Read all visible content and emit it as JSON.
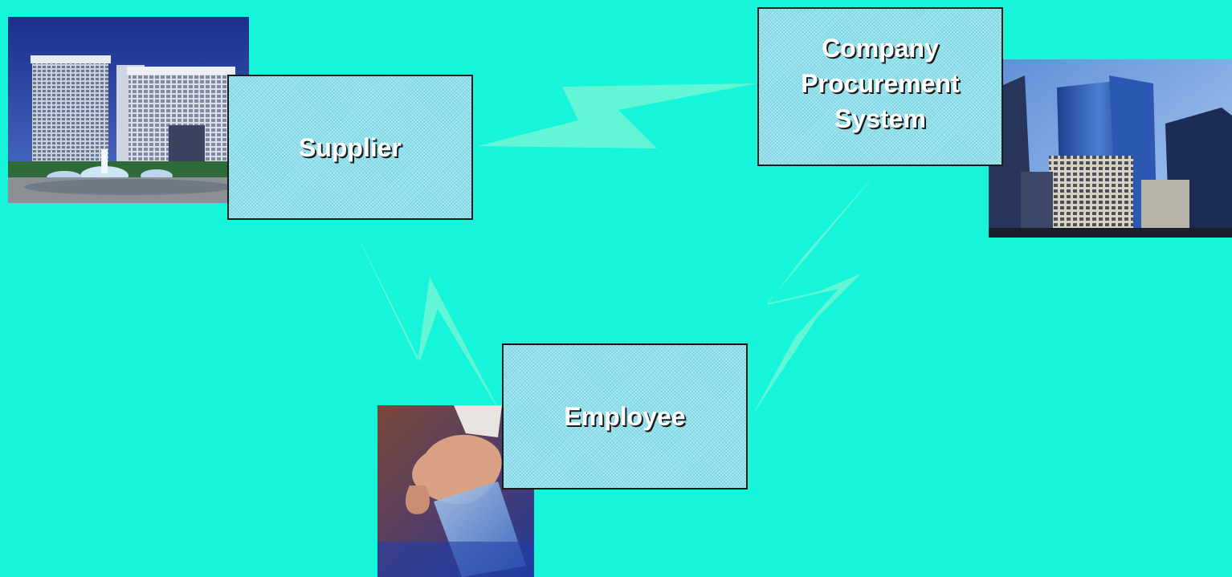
{
  "nodes": {
    "supplier": "Supplier",
    "company": "Company Procurement System",
    "employee": "Employee"
  },
  "colors": {
    "background": "#16f5da",
    "connector": "#66f6d6",
    "node_fill": "#8fe3ec",
    "node_border": "#1a1a1a",
    "label_text": "#ffffff"
  },
  "icons": [
    "office-building-photo",
    "skyscraper-photo",
    "hand-with-card-photo",
    "lightning-connector"
  ]
}
